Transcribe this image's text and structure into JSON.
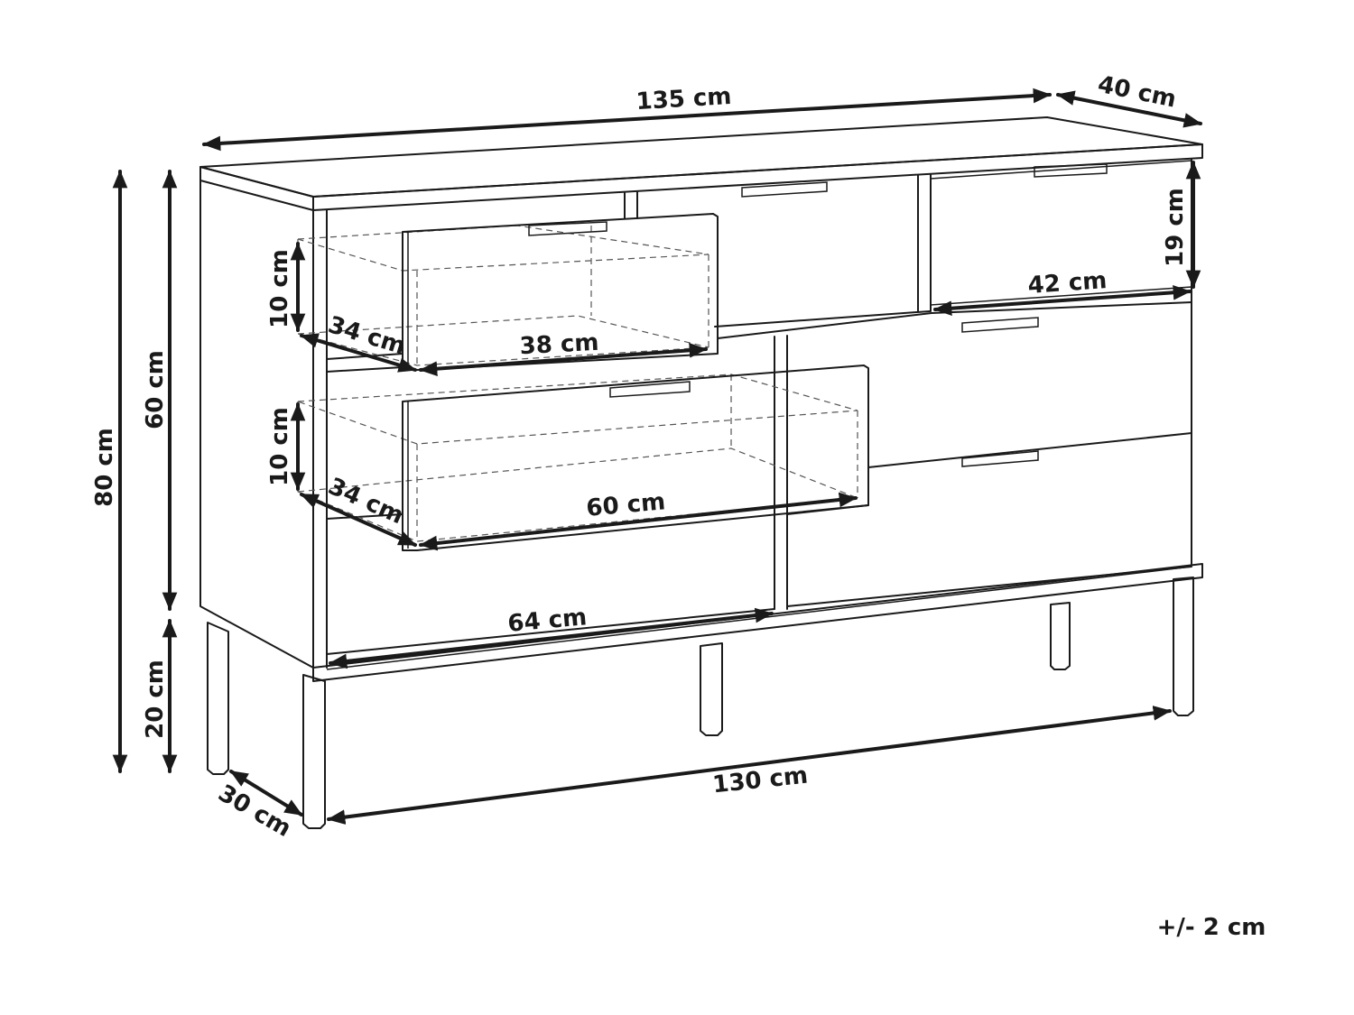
{
  "dimensions": {
    "top_width": "135 cm",
    "top_depth": "40 cm",
    "right_drawer_height": "19 cm",
    "right_drawer_width": "42 cm",
    "top_drawer_height": "10 cm",
    "top_drawer_depth": "34 cm",
    "top_drawer_width": "38 cm",
    "lower_drawer_height": "10 cm",
    "lower_drawer_depth": "34 cm",
    "lower_drawer_width": "60 cm",
    "compartment_width": "64 cm",
    "total_height": "80 cm",
    "body_height": "60 cm",
    "leg_height": "20 cm",
    "leg_span_width": "130 cm",
    "leg_span_depth": "30 cm"
  },
  "tolerance": "+/- 2 cm"
}
